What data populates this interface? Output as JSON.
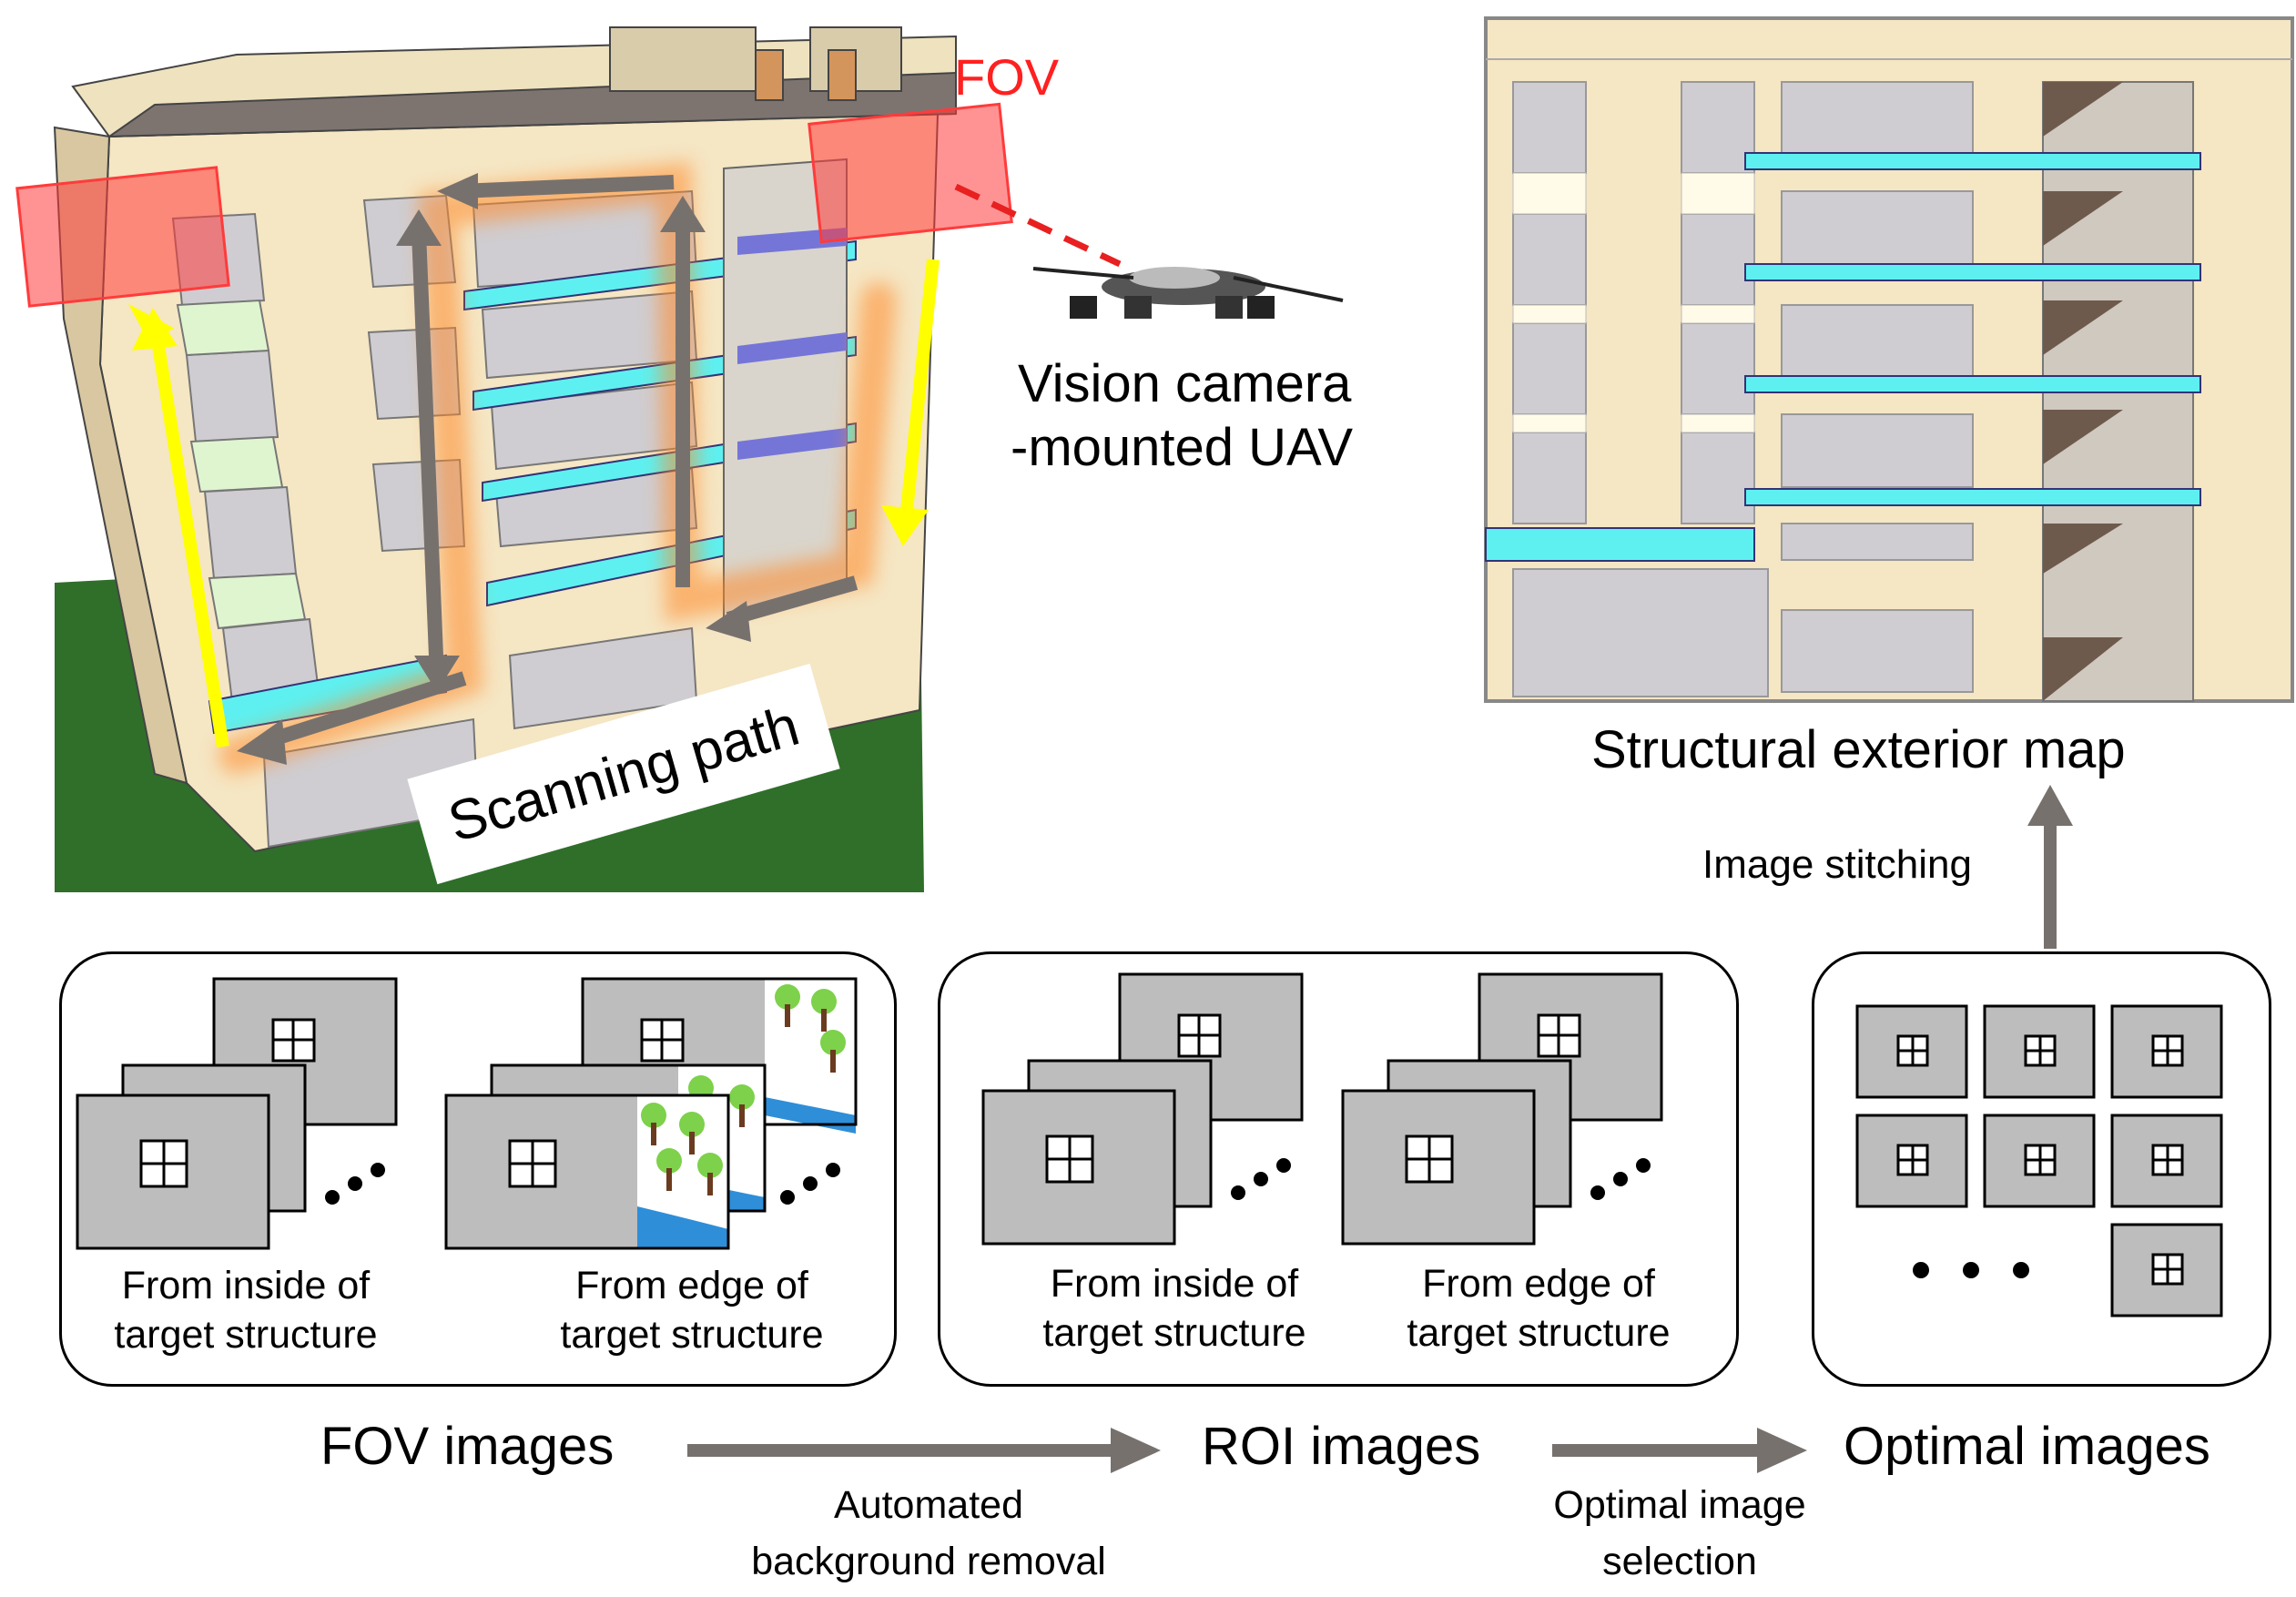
{
  "top": {
    "fov_label": "FOV",
    "uav_label_line1": "Vision camera",
    "uav_label_line2": "-mounted UAV",
    "scanning_path_label": "Scanning path",
    "map_caption": "Structural exterior map",
    "stitching_label": "Image stitching"
  },
  "panels": {
    "fov": {
      "inside_caption_line1": "From inside of",
      "inside_caption_line2": "target structure",
      "edge_caption_line1": "From edge of",
      "edge_caption_line2": "target structure"
    },
    "roi": {
      "inside_caption_line1": "From inside of",
      "inside_caption_line2": "target structure",
      "edge_caption_line1": "From edge of",
      "edge_caption_line2": "target structure"
    }
  },
  "flow": {
    "fov_images": "FOV images",
    "roi_images": "ROI images",
    "optimal_images": "Optimal images",
    "step1_line1": "Automated",
    "step1_line2": "background removal",
    "step2_line1": "Optimal image",
    "step2_line2": "selection"
  },
  "colors": {
    "fov_red": "#ff3b3b",
    "path_gray": "#77716e",
    "yellow_arrow": "#ffff00",
    "balcony_cyan": "#5ef0f0",
    "grass_green": "#2f6f2a"
  },
  "icons": [
    "building-illustration",
    "drone-icon",
    "window-icon",
    "tree-icon",
    "river-icon",
    "arrow-icon"
  ]
}
